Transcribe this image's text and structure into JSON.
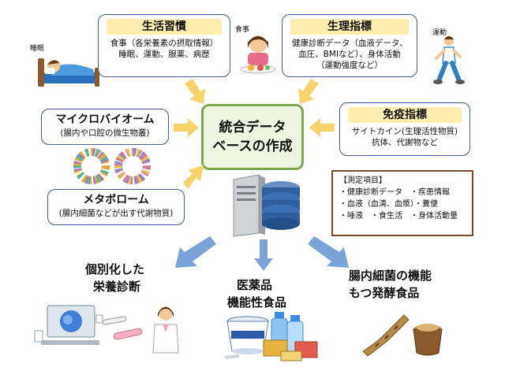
{
  "labels": {
    "sleep": "睡眠",
    "meal": "食事",
    "exercise": "運動"
  },
  "lifestyle": {
    "title": "生活習慣",
    "lines": [
      "食事（各栄養素の摂取情報）",
      "睡眠、運動、服薬、病歴"
    ]
  },
  "physiology": {
    "title": "生理指標",
    "lines": [
      "健康診断データ（血液データ、",
      "血圧、BMIなど）、身体活動",
      "（運動強度など）"
    ]
  },
  "microbiome": {
    "title": "マイクロバイオーム",
    "lines": [
      "(腸内や口腔の微生物叢)"
    ]
  },
  "metabolome": {
    "title": "メタボローム",
    "lines": [
      "(腸内細菌などが出す代謝物質)"
    ]
  },
  "immune": {
    "title": "免疫指標",
    "lines": [
      "サイトカイン(生理活性物質)",
      "抗体、代謝物など"
    ]
  },
  "center": {
    "line1": "統合データ",
    "line2": "ベースの作成"
  },
  "measurements": {
    "title": "【測定項目】",
    "lines": [
      "・健康診断データ　・疾患情報",
      "・血液（血清、血漿）・糞便",
      "・唾液　・食生活　・身体活動量"
    ]
  },
  "outputs": {
    "nutrition": [
      "個別化した",
      "栄養診断"
    ],
    "pharma": [
      "医薬品",
      "機能性食品"
    ],
    "fermented": [
      "腸内細菌の機能",
      "もつ発酵食品"
    ]
  },
  "icons": {
    "sleep": "sleeping-person-icon",
    "meal": "eating-person-icon",
    "exercise": "runner-icon",
    "microbiome": "colorful-ring-icon",
    "server": "database-server-icon",
    "doctor": "doctor-icon",
    "yogurt": "yogurt-icon",
    "fermented": "fermented-food-icon"
  },
  "colors": {
    "box_border": "#3f5f8a",
    "header_fill": "#fdeeb0",
    "center_border": "#7fa653",
    "center_fill": "#eef6e2",
    "measure_border": "#7b4a2d",
    "arrow_yellow": "#f6d36b",
    "arrow_blue": "#7aa3d8"
  }
}
